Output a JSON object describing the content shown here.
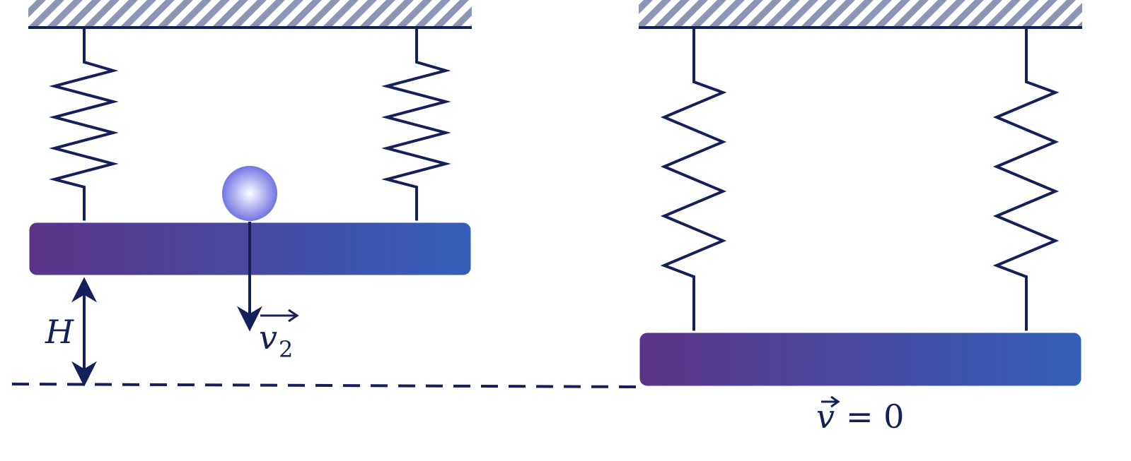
{
  "labels": {
    "height_symbol": "H",
    "velocity_symbol": "v",
    "velocity_subscript": "2",
    "rest_symbol": "v",
    "rest_equals": "= 0"
  },
  "colors": {
    "line": "#14205a",
    "ceiling_hatch": "#8a96b4",
    "plate_left": "#5b3488",
    "plate_right": "#3460b8",
    "ball_center": "#ffffff",
    "ball_edge": "#6a6ee0"
  }
}
